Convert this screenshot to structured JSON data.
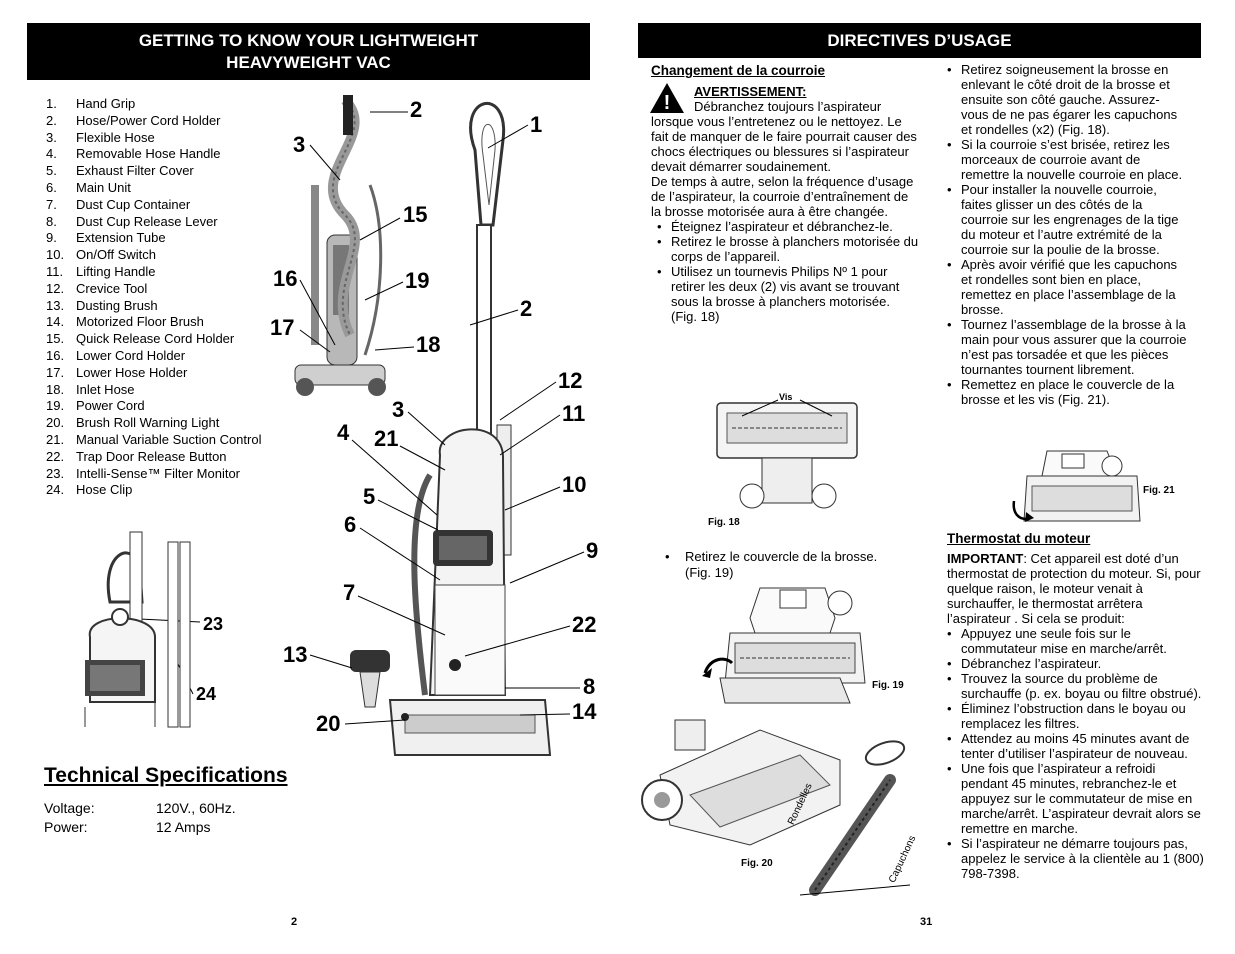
{
  "left_page": {
    "header_line1": "GETTING TO KNOW  YOUR LIGHTWEIGHT",
    "header_line2": "HEAVYWEIGHT VAC",
    "parts": [
      {
        "n": "1.",
        "label": "Hand Grip"
      },
      {
        "n": "2.",
        "label": "Hose/Power Cord Holder"
      },
      {
        "n": "3.",
        "label": "Flexible Hose"
      },
      {
        "n": "4.",
        "label": "Removable Hose Handle"
      },
      {
        "n": "5.",
        "label": "Exhaust Filter Cover"
      },
      {
        "n": "6.",
        "label": "Main Unit"
      },
      {
        "n": "7.",
        "label": "Dust Cup Container"
      },
      {
        "n": "8.",
        "label": "Dust Cup Release Lever"
      },
      {
        "n": "9.",
        "label": "Extension Tube"
      },
      {
        "n": "10.",
        "label": "On/Off Switch"
      },
      {
        "n": "11.",
        "label": "Lifting Handle"
      },
      {
        "n": "12.",
        "label": "Crevice Tool"
      },
      {
        "n": "13.",
        "label": "Dusting Brush"
      },
      {
        "n": "14.",
        "label": "Motorized Floor Brush"
      },
      {
        "n": "15.",
        "label": "Quick Release Cord Holder"
      },
      {
        "n": "16.",
        "label": "Lower Cord Holder"
      },
      {
        "n": "17.",
        "label": "Lower Hose Holder"
      },
      {
        "n": "18.",
        "label": "Inlet Hose"
      },
      {
        "n": "19.",
        "label": "Power Cord"
      },
      {
        "n": "20.",
        "label": "Brush Roll Warning Light"
      },
      {
        "n": "21.",
        "label": "Manual Variable Suction Control"
      },
      {
        "n": "22.",
        "label": "Trap Door Release Button"
      },
      {
        "n": "23.",
        "label": "Intelli-Sense™ Filter Monitor"
      },
      {
        "n": "24.",
        "label": "Hose Clip"
      }
    ],
    "callouts": [
      "1",
      "2",
      "3",
      "15",
      "16",
      "19",
      "17",
      "18",
      "2",
      "12",
      "3",
      "11",
      "4",
      "21",
      "10",
      "5",
      "6",
      "9",
      "7",
      "22",
      "13",
      "8",
      "20",
      "14",
      "23",
      "24"
    ],
    "spec_title": "Technical Specifications",
    "spec_voltage_label": "Voltage:",
    "spec_voltage_value": "120V.,  60Hz.",
    "spec_power_label": "Power:",
    "spec_power_value": "12 Amps",
    "page_number": "2"
  },
  "right_page": {
    "header": "DIRECTIVES D’USAGE",
    "belt_title": "Changement de la courroie",
    "warning_label": "AVERTISSEMENT:",
    "warning_text": "Débranchez toujours l’aspirateur lorsque vous l’entretenez ou le nettoyez. Le fait de manquer de le faire pourrait causer des chocs électriques ou blessures si l’aspirateur devait démarrer soudainement.",
    "intro_text": "De temps à autre, selon la fréquence d’usage de l’aspirateur, la courroie d’entraînement de la brosse motorisée aura à être changée.",
    "steps_left": [
      "Éteignez l’aspirateur et débranchez-le.",
      "Retirez le brosse à planchers motorisée du corps de l’appareil.",
      "Utilisez un tournevis Philips Nº 1 pour retirer les deux (2) vis avant se trouvant sous la brosse à planchers motorisée. (Fig. 18)"
    ],
    "fig18_vis": "Vis",
    "fig18_label": "Fig. 18",
    "step_cover": "Retirez le couvercle de la brosse. (Fig. 19)",
    "fig19_label": "Fig. 19",
    "fig20_label": "Fig. 20",
    "fig20_rondelles": "Rondelles",
    "fig20_capuchons": "Capuchons",
    "steps_right": [
      "Retirez soigneusement la brosse en enlevant le côté droit de la brosse et ensuite son côté gauche.  Assurez-vous de ne pas égarer les capuchons et rondelles (x2)  (Fig. 18).",
      "Si la courroie s’est brisée, retirez les morceaux de courroie avant de remettre la nouvelle courroie en place.",
      "Pour installer la nouvelle courroie, faites glisser un des côtés de la courroie sur les engrenages de la tige du moteur et l’autre extrémité de la courroie sur la poulie de la brosse.",
      "Après avoir vérifié que les capuchons et rondelles sont bien en place, remettez en place l’assemblage de la brosse.",
      "Tournez l’assemblage de la brosse à la main pour vous assurer que la courroie n’est pas torsadée et que les pièces tournantes tournent librement.",
      "Remettez en place le couvercle de la brosse et les vis (Fig. 21)."
    ],
    "fig21_label": "Fig. 21",
    "thermo_title": "Thermostat du moteur",
    "important_label": "IMPORTANT",
    "important_text": ":  Cet appareil est doté d’un thermostat de protection du moteur. Si, pour quelque raison, le moteur venait à surchauffer, le thermostat arrêtera l’aspirateur .  Si cela se produit:",
    "thermo_steps": [
      "Appuyez une seule fois sur le commutateur mise en marche/arrêt.",
      "Débranchez l’aspirateur.",
      "Trouvez la source du problème de surchauffe (p. ex. boyau ou filtre obstrué).",
      "Éliminez l’obstruction dans le boyau ou remplacez les filtres.",
      "Attendez au moins 45 minutes avant de tenter d’utiliser l’aspirateur de nouveau.",
      "Une fois que l’aspirateur a refroidi pendant 45 minutes, rebranchez-le et appuyez sur le commutateur de mise en marche/arrêt.  L’aspirateur devrait alors se remettre en marche.",
      "Si l’aspirateur ne démarre toujours pas, appelez le service à la clientèle au 1 (800) 798-7398."
    ],
    "page_number": "31"
  }
}
